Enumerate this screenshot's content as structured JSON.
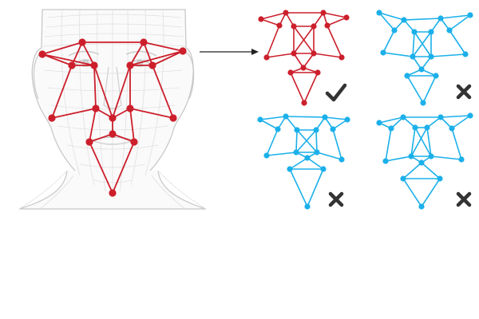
{
  "diagram": {
    "title": "",
    "colors": {
      "match": "#cc1f2b",
      "candidate": "#1bb0ea",
      "face_outline": "#c8c8c8",
      "face_mesh": "#dedede",
      "arrow": "#222222",
      "mark": "#333333"
    },
    "candidates": [
      {
        "id": "candidate-top-left",
        "result": "match",
        "mark": "✔"
      },
      {
        "id": "candidate-top-right",
        "result": "no-match",
        "mark": "✖"
      },
      {
        "id": "candidate-bottom-left",
        "result": "no-match",
        "mark": "✖"
      },
      {
        "id": "candidate-bottom-right",
        "result": "no-match",
        "mark": "✖"
      }
    ]
  }
}
